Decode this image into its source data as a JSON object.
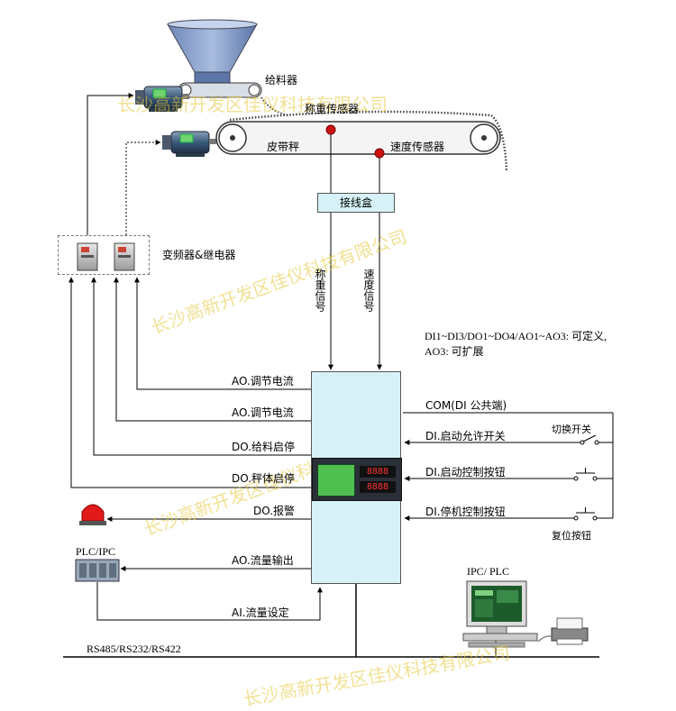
{
  "labels": {
    "feeder": "给料器",
    "weigh_sensor": "称重传感器",
    "belt_scale": "皮带秤",
    "speed_sensor": "速度传感器",
    "junction_box": "接线盒",
    "vfd_relay": "变频器&继电器",
    "weigh_signal": "称重信号",
    "speed_signal": "速度信号",
    "io_note_1": "DI1~DI3/DO1~DO4/AO1~AO3: 可定义,",
    "io_note_2": "AO3: 可扩展",
    "com": "COM(DI 公共端)",
    "switch": "切换开关",
    "reset_button": "复位按钮",
    "ao_current_1": "AO.调节电流",
    "ao_current_2": "AO.调节电流",
    "do_feed": "DO.给料启停",
    "do_scale": "DO.秤体启停",
    "do_alarm": "DO.报警",
    "ao_flow_out": "AO.流量输出",
    "ai_flow_set": "AI.流量设定",
    "di_enable": "DI.启动允许开关",
    "di_start": "DI.启动控制按钮",
    "di_stop": "DI.停机控制按钮",
    "plc_ipc": "PLC/IPC",
    "ipc_plc": "IPC/ PLC",
    "bus": "RS485/RS232/RS422"
  },
  "display_digits": [
    "8888",
    "8888"
  ],
  "watermark": "长沙高新开发区佳仪科技有限公司",
  "colors": {
    "box_fill": "#d6f2f7",
    "motor_body": "#3a5a7a",
    "sensor_red": "#cc1111",
    "watermark": "#e6c83c"
  }
}
